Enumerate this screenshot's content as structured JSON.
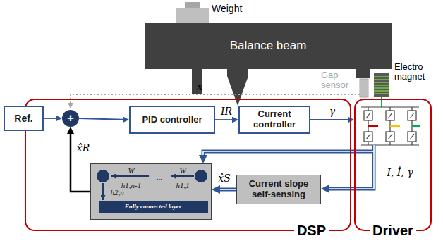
{
  "diagram": {
    "nodes": [
      {
        "text": [
          "Balance beam"
        ]
      },
      {
        "text": [
          "DSP"
        ]
      },
      {
        "text": [
          "Ref."
        ]
      },
      {
        "text": [
          "+"
        ],
        "in": 1
      },
      {
        "text": [
          "PID controller"
        ],
        "in": 1
      },
      {
        "text": [
          "Current controller"
        ],
        "in": 1
      },
      {
        "text": [
          "W",
          "...",
          "W",
          "h1,n-1",
          "h1,1",
          "h2,n"
        ],
        "in": 1
      },
      {
        "text": [
          "Fully connected layer"
        ],
        "in": 6
      },
      {
        "text": [
          "Current slope self-sensing"
        ],
        "in": 1
      },
      {
        "text": [
          "Driver"
        ]
      }
    ],
    "edges": [
      {
        "from": 2,
        "to": 3,
        "arrow": "to"
      },
      {
        "from": 3,
        "to": 4,
        "arrow": "to"
      },
      {
        "from": 4,
        "to": 5,
        "label": "IR",
        "arrow": "to"
      },
      {
        "from": 5,
        "to": 9,
        "label": "γ",
        "arrow": "to"
      },
      {
        "from": 9,
        "to": 6,
        "arrow": "to"
      },
      {
        "from": 9,
        "to": 8,
        "label": "I, İ, γ",
        "arrow": "to"
      },
      {
        "from": 8,
        "to": 6,
        "label": "x̂S",
        "arrow": "to"
      },
      {
        "from": 6,
        "to": 3,
        "label": "x̂R",
        "arrow": "to"
      }
    ],
    "labels": [
      "Weight",
      "Gap sensor",
      "Electro magnet",
      "x"
    ]
  }
}
